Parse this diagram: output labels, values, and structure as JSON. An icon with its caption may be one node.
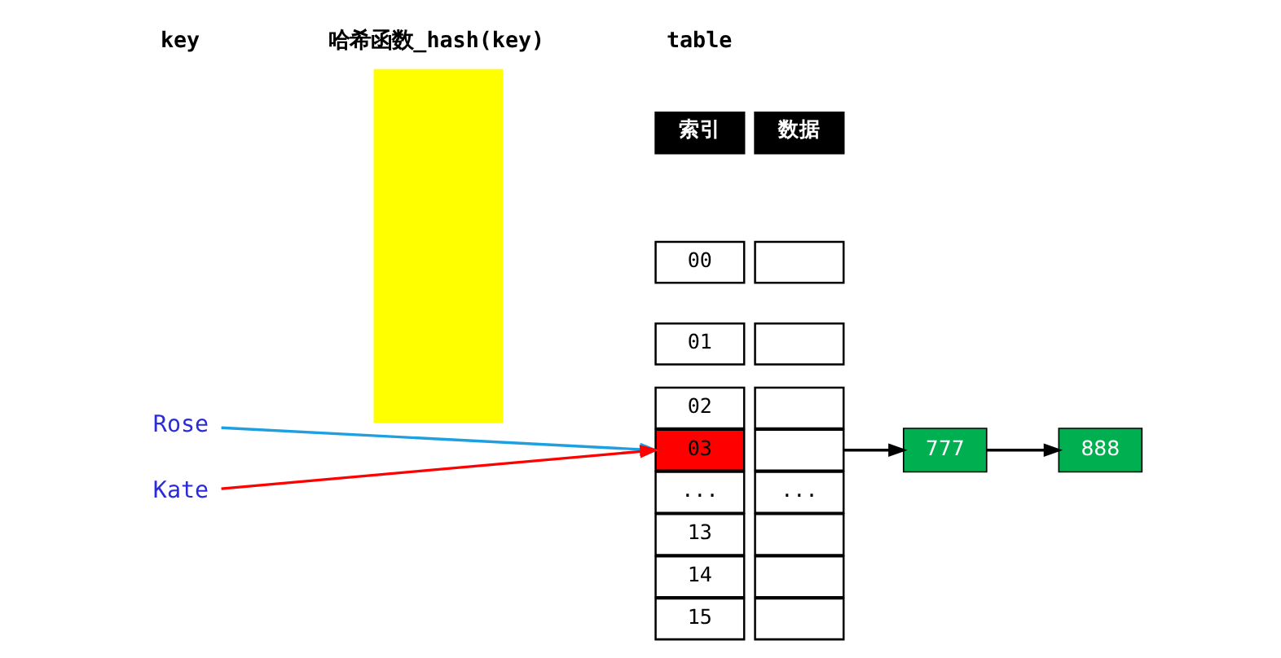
{
  "diagram": {
    "nodes": [
      {
        "text": [
          "Rose"
        ]
      },
      {
        "text": [
          "Kate"
        ]
      },
      {
        "text": [],
        "shape": "box"
      },
      {
        "text": [
          "索引"
        ]
      },
      {
        "text": [
          "数据"
        ]
      },
      {
        "text": [
          "00"
        ]
      },
      {
        "text": [],
        "shape": "box"
      },
      {
        "text": [
          "01"
        ]
      },
      {
        "text": [],
        "shape": "box"
      },
      {
        "text": [
          "02"
        ]
      },
      {
        "text": [],
        "shape": "box"
      },
      {
        "text": [
          "03"
        ]
      },
      {
        "text": [],
        "shape": "box"
      },
      {
        "text": [
          "..."
        ]
      },
      {
        "text": [
          "..."
        ]
      },
      {
        "text": [
          "13"
        ]
      },
      {
        "text": [],
        "shape": "box"
      },
      {
        "text": [
          "14"
        ]
      },
      {
        "text": [],
        "shape": "box"
      },
      {
        "text": [
          "15"
        ]
      },
      {
        "text": [],
        "shape": "box"
      },
      {
        "text": [
          "777"
        ]
      },
      {
        "text": [
          "888"
        ]
      }
    ],
    "edges": [
      {
        "from": 0,
        "to": 11,
        "arrow": "to",
        "color": "#1ea0e0"
      },
      {
        "from": 1,
        "to": 11,
        "arrow": "to",
        "color": "#ff0000"
      },
      {
        "from": 12,
        "to": 21,
        "arrow": "to"
      },
      {
        "from": 21,
        "to": 22,
        "arrow": "to"
      }
    ],
    "labels": [
      "key",
      "哈希函数_hash(key)",
      "table"
    ]
  }
}
